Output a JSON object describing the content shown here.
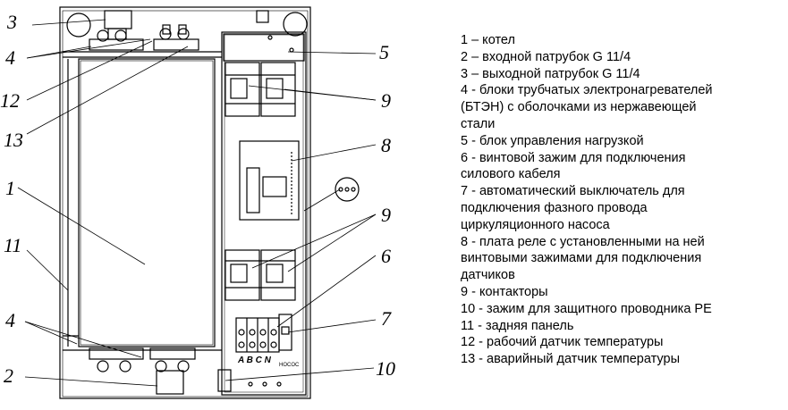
{
  "callouts": {
    "c1": "1",
    "c3": "3",
    "c4a": "4",
    "c12": "12",
    "c13": "13",
    "c11": "11",
    "c4b": "4",
    "c2": "2",
    "c5": "5",
    "c9a": "9",
    "c8": "8",
    "c9b": "9",
    "c6": "6",
    "c7": "7",
    "c10": "10"
  },
  "terminal_letters": "A B C N",
  "terminal_small": "HOCOC",
  "legend": [
    "1 – котел",
    "2 – входной патрубок G 11/4",
    "3 – выходной патрубок G 11/4",
    "4 - блоки трубчатых электронагревателей\n(БТЭН) с оболочками из нержавеющей\nстали",
    "5 - блок управления нагрузкой",
    "6 - винтовой зажим для подключения\nсилового кабеля",
    "7 - автоматический выключатель для\nподключения фазного провода\nциркуляционного насоса",
    "8 - плата реле с установленными на ней\nвинтовыми зажимами для подключения\nдатчиков",
    "9 - контакторы",
    "10 - зажим для защитного проводника PE",
    "11 - задняя панель",
    "12 - рабочий датчик температуры",
    "13 - аварийный датчик температуры"
  ]
}
